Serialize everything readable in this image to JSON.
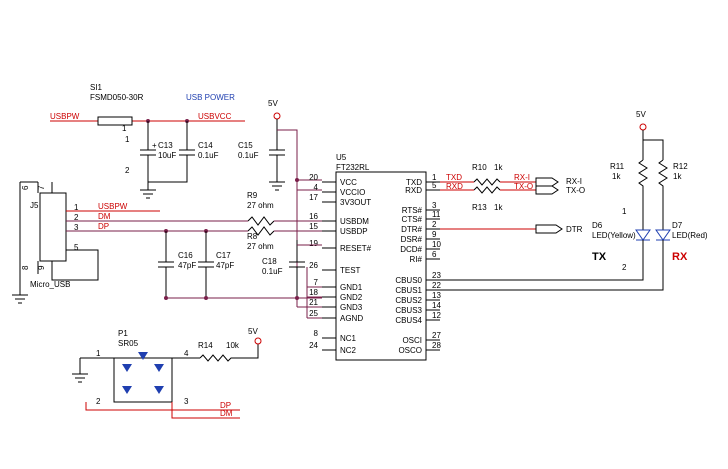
{
  "fuse": {
    "ref": "SI1",
    "part": "FSMD050-30R"
  },
  "usb_power_label": "USB POWER",
  "nets": {
    "usbpw": "USBPW",
    "usbvcc": "USBVCC",
    "dm": "DM",
    "dp": "DP",
    "txd": "TXD",
    "rxd": "RXD",
    "dtr": "DTR",
    "rx_i": "RX-I",
    "tx_o": "TX-O",
    "dtr_out": "DTR",
    "rx_i_out": "RX-I",
    "tx_o_out": "TX-O"
  },
  "power": {
    "v5a": "5V",
    "v5b": "5V",
    "v5c": "5V"
  },
  "caps": {
    "c13": "C13",
    "c13v": "10uF",
    "c14": "C14",
    "c14v": "0.1uF",
    "c15": "C15",
    "c15v": "0.1uF",
    "c16": "C16",
    "c16v": "47pF",
    "c17": "C17",
    "c17v": "47pF",
    "c18": "C18",
    "c18v": "0.1uF"
  },
  "resistors": {
    "r8": "R8",
    "r8v": "27 ohm",
    "r9": "R9",
    "r9v": "27 ohm",
    "r10": "R10",
    "r10v": "1k",
    "r13": "R13",
    "r13v": "1k",
    "r11": "R11",
    "r11v": "1k",
    "r12": "R12",
    "r12v": "1k",
    "r14": "R14",
    "r14v": "10k"
  },
  "connector": {
    "ref": "J5",
    "name": "Micro_USB"
  },
  "ic": {
    "ref": "U5",
    "part": "FT232RL",
    "left_pins": [
      {
        "num": "20",
        "name": "VCC"
      },
      {
        "num": "4",
        "name": "VCCIO"
      },
      {
        "num": "17",
        "name": "3V3OUT"
      },
      {
        "num": "16",
        "name": "USBDM"
      },
      {
        "num": "15",
        "name": "USBDP"
      },
      {
        "num": "19",
        "name": "RESET#"
      },
      {
        "num": "26",
        "name": "TEST"
      },
      {
        "num": "7",
        "name": "GND1"
      },
      {
        "num": "18",
        "name": "GND2"
      },
      {
        "num": "21",
        "name": "GND3"
      },
      {
        "num": "25",
        "name": "AGND"
      },
      {
        "num": "8",
        "name": "NC1"
      },
      {
        "num": "24",
        "name": "NC2"
      }
    ],
    "right_pins": [
      {
        "num": "1",
        "name": "TXD"
      },
      {
        "num": "5",
        "name": "RXD"
      },
      {
        "num": "3",
        "name": "RTS#"
      },
      {
        "num": "11",
        "name": "CTS#"
      },
      {
        "num": "2",
        "name": "DTR#"
      },
      {
        "num": "9",
        "name": "DSR#"
      },
      {
        "num": "10",
        "name": "DCD#"
      },
      {
        "num": "6",
        "name": "RI#"
      },
      {
        "num": "23",
        "name": "CBUS0"
      },
      {
        "num": "22",
        "name": "CBUS1"
      },
      {
        "num": "13",
        "name": "CBUS2"
      },
      {
        "num": "14",
        "name": "CBUS3"
      },
      {
        "num": "12",
        "name": "CBUS4"
      },
      {
        "num": "27",
        "name": "OSCI"
      },
      {
        "num": "28",
        "name": "OSCO"
      }
    ]
  },
  "leds": {
    "d6": "D6",
    "d6v": "LED(Yellow)",
    "d7": "D7",
    "d7v": "LED(Red)",
    "tx": "TX",
    "rx": "RX"
  },
  "tvs": {
    "ref": "P1",
    "part": "SR05"
  },
  "pin_numbers": {
    "one": "1",
    "two": "2",
    "three": "3",
    "four": "4",
    "five": "5",
    "six": "6",
    "seven": "7",
    "eight": "8",
    "nine": "9"
  }
}
